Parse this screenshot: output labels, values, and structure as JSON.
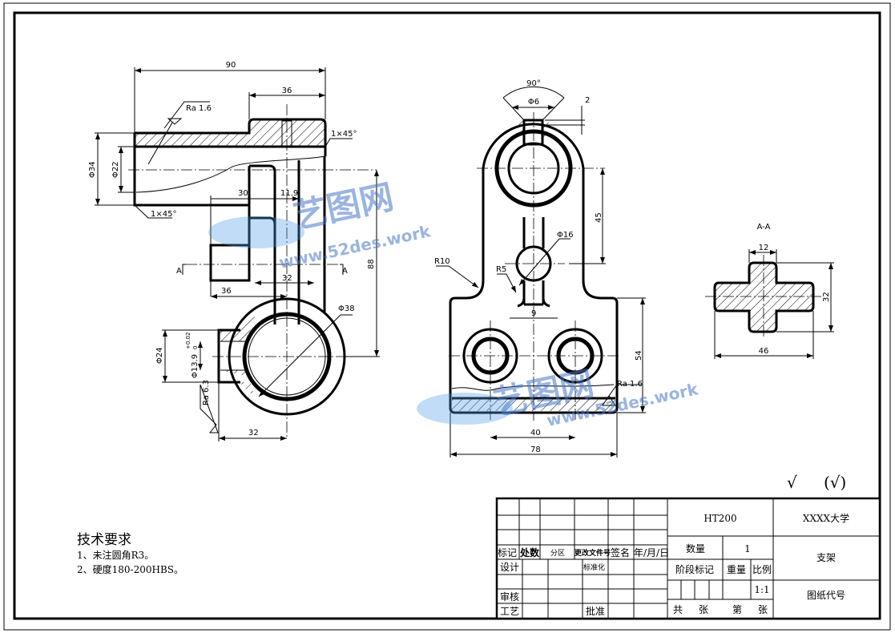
{
  "drawing": {
    "front_view": {
      "dims": [
        "90",
        "36",
        "Ra 1.6",
        "1×45°",
        "1×45°",
        "Φ34",
        "Φ22",
        "30",
        "11.9",
        "A",
        "A",
        "32",
        "36",
        "88",
        "Φ38",
        "Φ24",
        "Φ13.9",
        "+0.02",
        "0",
        "Ra 6.3",
        "32"
      ]
    },
    "side_view": {
      "dims": [
        "90°",
        "Φ6",
        "2",
        "45",
        "Φ16",
        "R10",
        "R5",
        "9",
        "54",
        "Ra 1.6",
        "40",
        "78"
      ]
    },
    "section_view": {
      "title": "A-A",
      "dims": [
        "12",
        "32",
        "46"
      ]
    },
    "surface_symbols": {
      "general": "√",
      "other": "(√)"
    }
  },
  "technical_requirements": {
    "title": "技术要求",
    "items": [
      "1、未注圆角R3。",
      "2、硬度180-200HBS。"
    ]
  },
  "title_block": {
    "revision_headers": [
      "标记",
      "处数",
      "分区",
      "更改文件号",
      "签名",
      "年/月/日"
    ],
    "sign_rows": [
      "设计",
      "标准化",
      "审核",
      "工艺",
      "批准"
    ],
    "material": "HT200",
    "quantity_label": "数量",
    "quantity": "1",
    "stage_label": "阶段标记",
    "weight_label": "重量",
    "scale_label": "比例",
    "scale": "1:1",
    "sheets": [
      "共",
      "张",
      "第",
      "张"
    ],
    "school": "XXXX大学",
    "part_name": "支架",
    "drawing_no_label": "图纸代号"
  },
  "watermark": {
    "brand": "艺图网",
    "url": "www.52des.work"
  }
}
